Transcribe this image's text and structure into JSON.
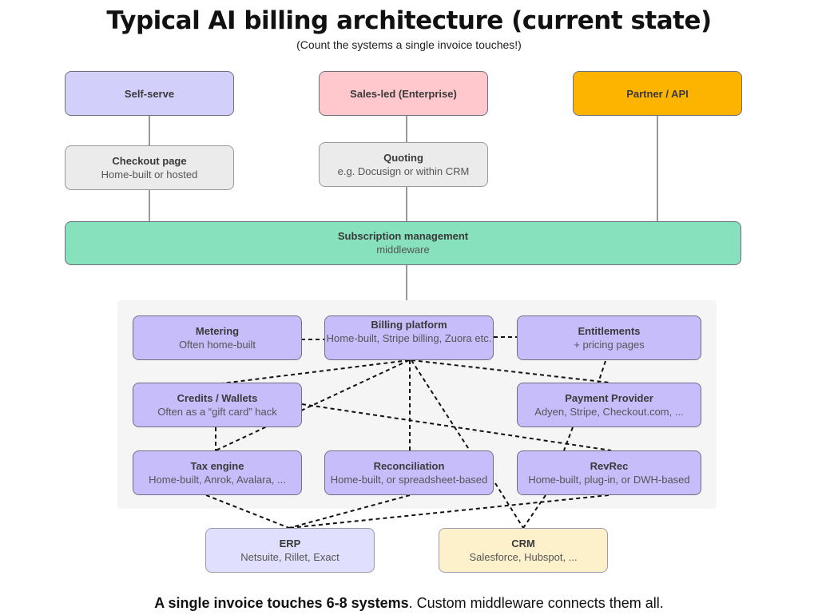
{
  "title": "Typical AI billing architecture (current state)",
  "subtitle": "(Count the systems a single invoice touches!)",
  "channels": [
    {
      "name": "Self-serve",
      "color": "#d2cffb"
    },
    {
      "name": "Sales-led (Enterprise)",
      "color": "#fec8cd"
    },
    {
      "name": "Partner / API",
      "color": "#fdb400"
    }
  ],
  "entry_points": [
    {
      "name": "Checkout page",
      "desc": "Home-built or hosted"
    },
    {
      "name": "Quoting",
      "desc": "e.g. Docusign or within CRM"
    }
  ],
  "middleware": {
    "name": "Subscription management",
    "desc": "middleware",
    "color": "#86e1bc"
  },
  "systems": [
    {
      "id": "metering",
      "name": "Metering",
      "desc": "Often home-built"
    },
    {
      "id": "billing",
      "name": "Billing platform",
      "desc": "Home-built, Stripe billing, Zuora etc."
    },
    {
      "id": "entitlements",
      "name": "Entitlements",
      "desc": "+ pricing pages"
    },
    {
      "id": "credits",
      "name": "Credits / Wallets",
      "desc": "Often as a “gift card” hack"
    },
    {
      "id": "payment",
      "name": "Payment Provider",
      "desc": "Adyen, Stripe, Checkout.com, ..."
    },
    {
      "id": "tax",
      "name": "Tax engine",
      "desc": "Home-built, Anrok, Avalara, ..."
    },
    {
      "id": "recon",
      "name": "Reconciliation",
      "desc": "Home-built, or spreadsheet-based"
    },
    {
      "id": "revrec",
      "name": "RevRec",
      "desc": "Home-built, plug-in, or DWH-based"
    }
  ],
  "downstream": [
    {
      "id": "erp",
      "name": "ERP",
      "desc": "Netsuite, Rillet, Exact",
      "color": "#e0dffd"
    },
    {
      "id": "crm",
      "name": "CRM",
      "desc": "Salesforce, Hubspot, ...",
      "color": "#fdf1cc"
    }
  ],
  "connections": {
    "solid": [
      [
        "self-serve",
        "checkout"
      ],
      [
        "checkout",
        "middleware"
      ],
      [
        "sales-led",
        "quoting"
      ],
      [
        "quoting",
        "middleware"
      ],
      [
        "partner-api",
        "middleware"
      ],
      [
        "middleware",
        "billing"
      ]
    ],
    "dashed": [
      [
        "metering",
        "billing"
      ],
      [
        "billing",
        "entitlements"
      ],
      [
        "billing",
        "credits"
      ],
      [
        "billing",
        "tax"
      ],
      [
        "billing",
        "recon"
      ],
      [
        "billing",
        "revrec"
      ],
      [
        "billing",
        "payment"
      ],
      [
        "entitlements",
        "payment"
      ],
      [
        "credits",
        "tax"
      ],
      [
        "credits",
        "revrec"
      ],
      [
        "payment",
        "revrec"
      ],
      [
        "tax",
        "erp"
      ],
      [
        "recon",
        "erp"
      ],
      [
        "revrec",
        "erp"
      ],
      [
        "recon",
        "crm"
      ],
      [
        "revrec",
        "crm"
      ]
    ]
  },
  "footer": {
    "bold": "A single invoice touches 6-8 systems",
    "rest": ". Custom middleware connects them all."
  }
}
